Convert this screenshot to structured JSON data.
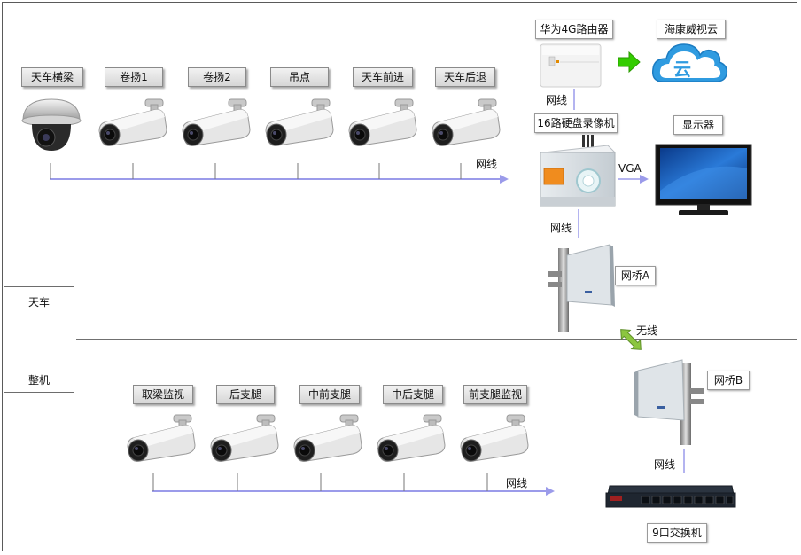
{
  "top_cameras": [
    {
      "label": "天车横梁",
      "type": "dome"
    },
    {
      "label": "卷扬1",
      "type": "bullet"
    },
    {
      "label": "卷扬2",
      "type": "bullet"
    },
    {
      "label": "吊点",
      "type": "bullet"
    },
    {
      "label": "天车前进",
      "type": "bullet"
    },
    {
      "label": "天车后退",
      "type": "bullet"
    }
  ],
  "bottom_cameras": [
    {
      "label": "取梁监视"
    },
    {
      "label": "后支腿"
    },
    {
      "label": "中前支腿"
    },
    {
      "label": "中后支腿"
    },
    {
      "label": "前支腿监视"
    }
  ],
  "devices": {
    "router": "华为4G路由器",
    "cloud": "海康威视云",
    "cloud_glyph": "云",
    "nvr": "16路硬盘录像机",
    "monitor": "显示器",
    "bridge_a": "网桥A",
    "bridge_b": "网桥B",
    "switch": "9口交换机"
  },
  "links": {
    "top_bus": "网线",
    "router_nvr": "网线",
    "nvr_monitor": "VGA",
    "nvr_bridge": "网线",
    "wireless": "无线",
    "bridge_switch": "网线",
    "bottom_bus": "网线"
  },
  "side_box": {
    "top": "天车",
    "bottom": "整机"
  },
  "colors": {
    "bus_line": "#9b9bea",
    "arrow_fill": "#b9b9ea",
    "green_arrow": "#33cc00",
    "wireless_arrow": "#8cc63f"
  }
}
